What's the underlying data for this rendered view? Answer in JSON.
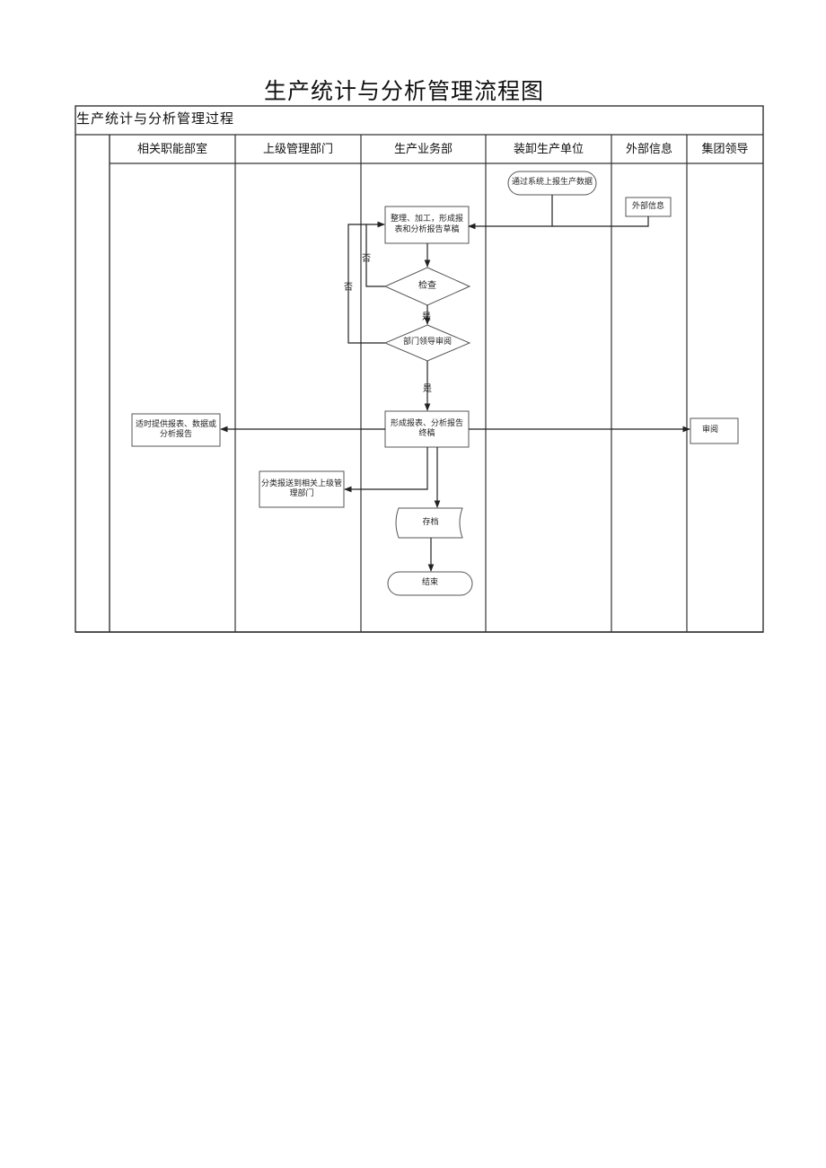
{
  "page_title": "生产统计与分析管理流程图",
  "process_title": "生产统计与分析管理过程",
  "lanes": [
    "相关职能部室",
    "上级管理部门",
    "生产业务部",
    "装卸生产单位",
    "外部信息",
    "集团领导"
  ],
  "nodes": {
    "source_data": "通过系统上报生产数据",
    "external_info": "外部信息",
    "draft_report": "整理、加工，形成报表和分析报告草稿",
    "check": "检查",
    "leader_review": "部门领导审阅",
    "final_report": "形成报表、分析报告终稿",
    "provide_report": "适时提供报表、数据或分析报告",
    "group_review": "审阅",
    "send_upper": "分类报送到相关上级管理部门",
    "archive": "存档",
    "end": "结束"
  },
  "edge_labels": {
    "check_no": "否",
    "review_no": "否",
    "check_yes": "是",
    "review_yes": "是"
  },
  "colors": {
    "line": "#222222",
    "border": "#333333",
    "shadow": "#aaaaaa"
  }
}
